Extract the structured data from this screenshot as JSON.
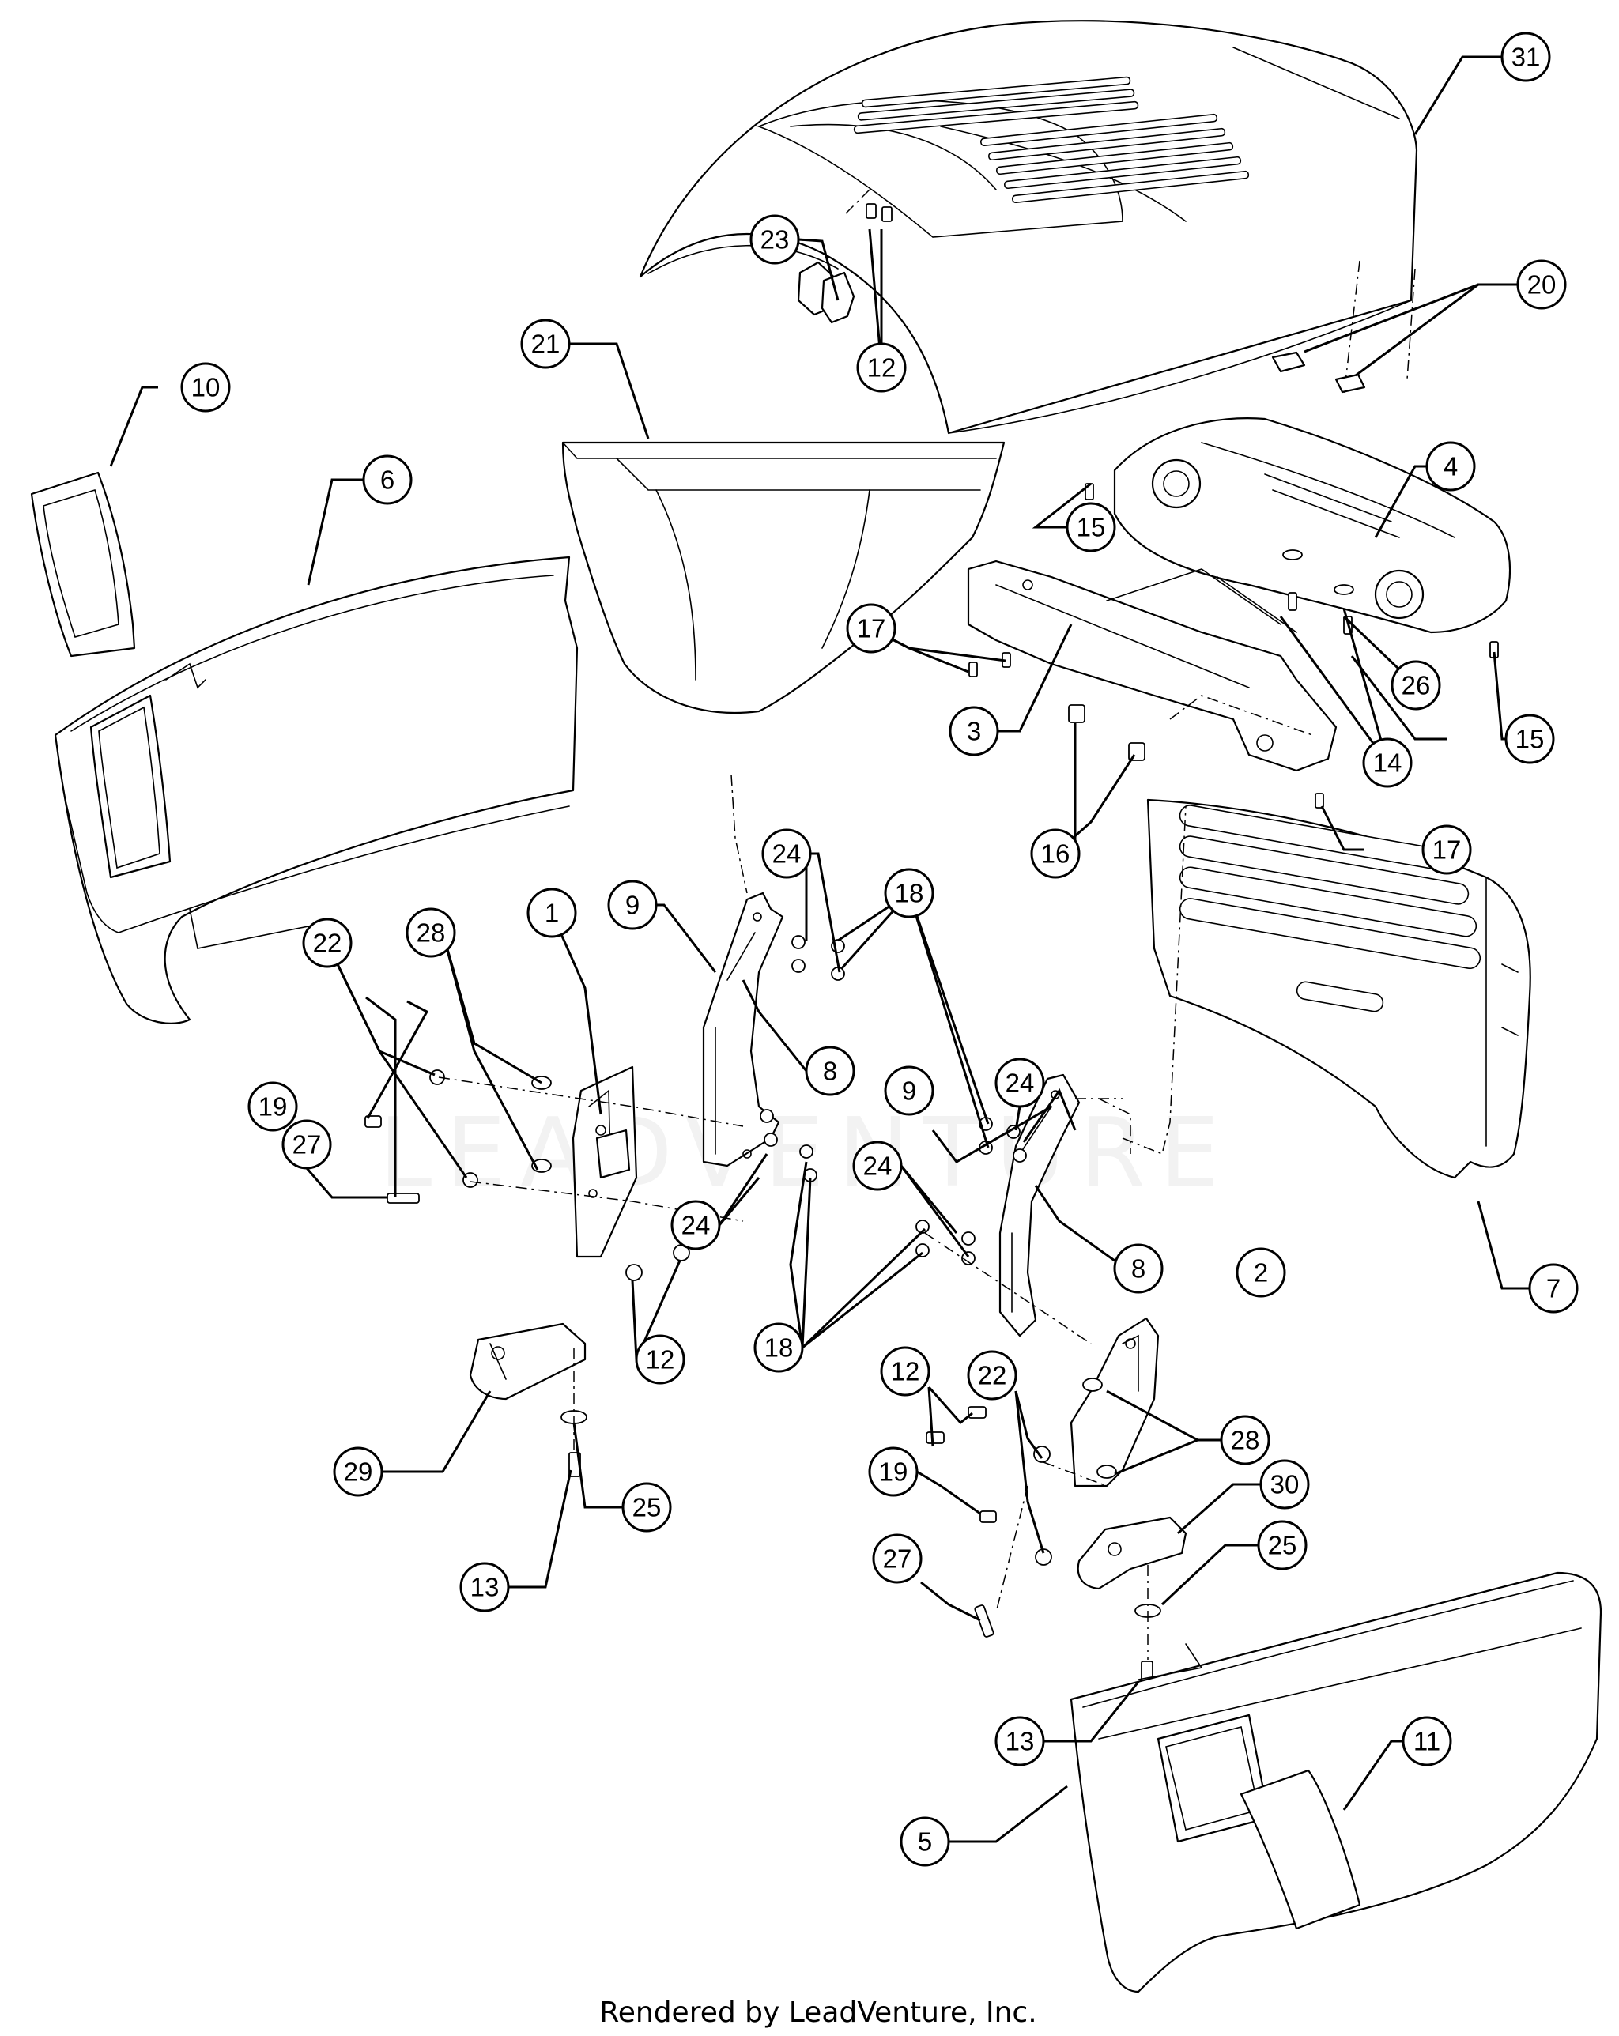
{
  "footer": {
    "credit": "Rendered by LeadVenture, Inc."
  },
  "watermark": {
    "text": "LEADVENTURE"
  },
  "callouts": [
    {
      "id": "c1",
      "label": "1"
    },
    {
      "id": "c2",
      "label": "2"
    },
    {
      "id": "c3",
      "label": "3"
    },
    {
      "id": "c4",
      "label": "4"
    },
    {
      "id": "c5",
      "label": "5"
    },
    {
      "id": "c6",
      "label": "6"
    },
    {
      "id": "c7",
      "label": "7"
    },
    {
      "id": "c8a",
      "label": "8"
    },
    {
      "id": "c8b",
      "label": "8"
    },
    {
      "id": "c9a",
      "label": "9"
    },
    {
      "id": "c9b",
      "label": "9"
    },
    {
      "id": "c10",
      "label": "10"
    },
    {
      "id": "c11",
      "label": "11"
    },
    {
      "id": "c12a",
      "label": "12"
    },
    {
      "id": "c12b",
      "label": "12"
    },
    {
      "id": "c12c",
      "label": "12"
    },
    {
      "id": "c13a",
      "label": "13"
    },
    {
      "id": "c13b",
      "label": "13"
    },
    {
      "id": "c14",
      "label": "14"
    },
    {
      "id": "c15a",
      "label": "15"
    },
    {
      "id": "c15b",
      "label": "15"
    },
    {
      "id": "c16",
      "label": "16"
    },
    {
      "id": "c17a",
      "label": "17"
    },
    {
      "id": "c17b",
      "label": "17"
    },
    {
      "id": "c18a",
      "label": "18"
    },
    {
      "id": "c18b",
      "label": "18"
    },
    {
      "id": "c19a",
      "label": "19"
    },
    {
      "id": "c19b",
      "label": "19"
    },
    {
      "id": "c20",
      "label": "20"
    },
    {
      "id": "c21",
      "label": "21"
    },
    {
      "id": "c22a",
      "label": "22"
    },
    {
      "id": "c22b",
      "label": "22"
    },
    {
      "id": "c23",
      "label": "23"
    },
    {
      "id": "c24a",
      "label": "24"
    },
    {
      "id": "c24b",
      "label": "24"
    },
    {
      "id": "c24c",
      "label": "24"
    },
    {
      "id": "c24d",
      "label": "24"
    },
    {
      "id": "c25a",
      "label": "25"
    },
    {
      "id": "c25b",
      "label": "25"
    },
    {
      "id": "c26",
      "label": "26"
    },
    {
      "id": "c27a",
      "label": "27"
    },
    {
      "id": "c27b",
      "label": "27"
    },
    {
      "id": "c28a",
      "label": "28"
    },
    {
      "id": "c28b",
      "label": "28"
    },
    {
      "id": "c29",
      "label": "29"
    },
    {
      "id": "c30",
      "label": "30"
    },
    {
      "id": "c31",
      "label": "31"
    }
  ]
}
